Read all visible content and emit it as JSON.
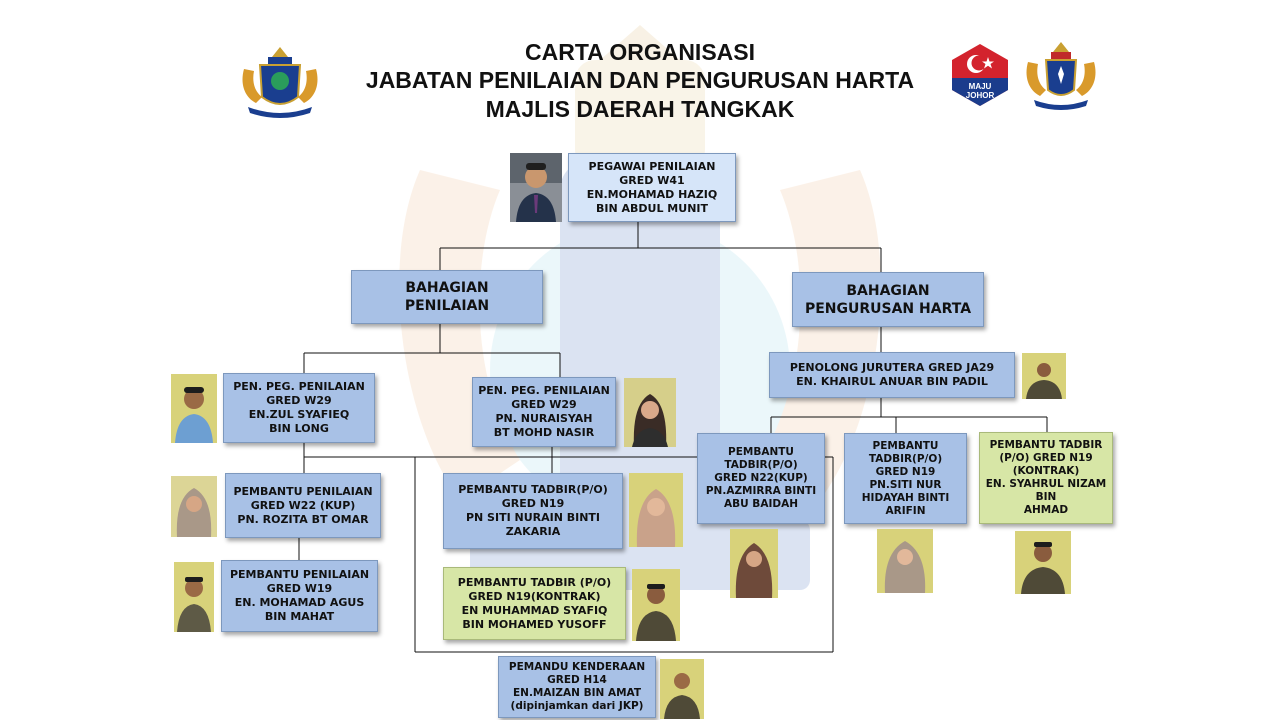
{
  "title": {
    "line1": "CARTA ORGANISASI",
    "line2": "JABATAN PENILAIAN DAN PENGURUSAN HARTA",
    "line3": "MAJLIS DAERAH TANGKAK"
  },
  "logos": {
    "left_crest": "majlis-daerah-tangkak-crest",
    "maju_johor": "MAJU JOHOR",
    "right_crest": "johor-state-crest"
  },
  "boxes": {
    "head": [
      "PEGAWAI PENILAIAN",
      "GRED W41",
      "EN.MOHAMAD HAZIQ",
      "BIN ABDUL MUNIT"
    ],
    "div_penilaian": [
      "BAHAGIAN",
      "PENILAIAN"
    ],
    "div_harta": [
      "BAHAGIAN",
      "PENGURUSAN HARTA"
    ],
    "peg_zul": [
      "PEN. PEG. PENILAIAN",
      "GRED  W29",
      "EN.ZUL SYAFIEQ",
      "BIN LONG"
    ],
    "peg_nuraisyah": [
      "PEN. PEG. PENILAIAN",
      "GRED W29",
      "PN. NURAISYAH",
      "BT  MOHD NASIR"
    ],
    "pen_rozita": [
      "PEMBANTU PENILAIAN",
      "GRED  W22 (KUP)",
      "PN. ROZITA BT OMAR"
    ],
    "pen_agus": [
      "PEMBANTU PENILAIAN",
      "GRED W19",
      "EN. MOHAMAD AGUS",
      "BIN MAHAT"
    ],
    "tadbir_nurain": [
      "PEMBANTU TADBIR(P/O)",
      "GRED N19",
      "PN SITI NURAIN BINTI",
      "ZAKARIA"
    ],
    "tadbir_syafiq": [
      "PEMBANTU TADBIR (P/O)",
      "GRED N19(KONTRAK)",
      "EN MUHAMMAD SYAFIQ",
      "BIN MOHAMED YUSOFF"
    ],
    "pemandu": [
      "PEMANDU KENDERAAN",
      "GRED H14",
      "EN.MAIZAN BIN AMAT",
      "(dipinjamkan dari JKP)"
    ],
    "jurutera": [
      "PENOLONG JURUTERA GRED JA29",
      "EN. KHAIRUL ANUAR BIN PADIL"
    ],
    "tadbir_azmirra": [
      "PEMBANTU",
      "TADBIR(P/O)",
      "GRED N22(KUP)",
      "PN.AZMIRRA BINTI",
      "ABU BAIDAH"
    ],
    "tadbir_hidayah": [
      "PEMBANTU",
      "TADBIR(P/O)",
      "GRED N19",
      "PN.SITI NUR",
      "HIDAYAH BINTI",
      "ARIFIN"
    ],
    "tadbir_nizam": [
      "PEMBANTU TADBIR",
      "(P/O) GRED N19",
      "(KONTRAK)",
      "EN. SYAHRUL NIZAM",
      "BIN",
      "AHMAD"
    ]
  },
  "colors": {
    "box_blue": "#a8c1e6",
    "box_light_blue": "#d6e5f9",
    "box_green": "#d7e6a6",
    "line": "#111111"
  }
}
